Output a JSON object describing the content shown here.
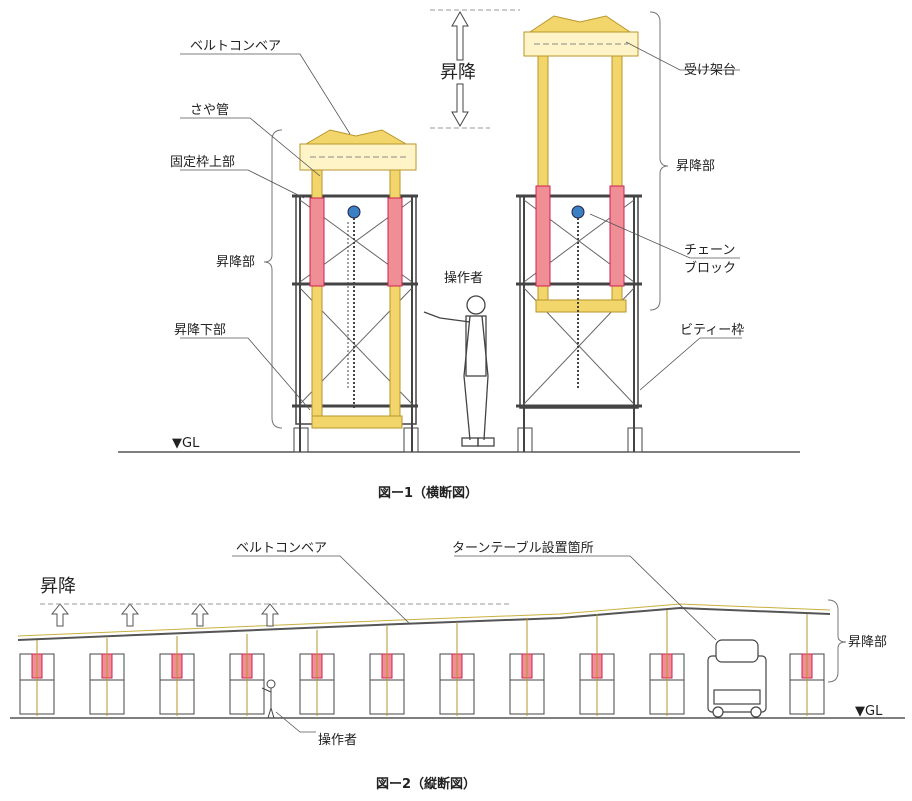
{
  "fig1": {
    "labels": {
      "belt_conveyor": "ベルトコンベア",
      "saya_kan": "さや管",
      "fixed_frame_top": "固定枠上部",
      "lift_part_left": "昇降部",
      "lift_lower": "昇降下部",
      "ground": "▼GL",
      "lift_arrow": "昇降",
      "operator": "操作者",
      "receiving_stand": "受け架台",
      "lift_part_right": "昇降部",
      "chain_block_1": "チェーン",
      "chain_block_2": "ブロック",
      "pity_frame": "ビティー枠"
    },
    "caption": "図ー1（横断図）"
  },
  "fig2": {
    "labels": {
      "belt_conveyor": "ベルトコンベア",
      "turntable": "ターンテーブル設置箇所",
      "lift": "昇降",
      "lift_part": "昇降部",
      "ground": "▼GL",
      "operator": "操作者"
    },
    "caption": "図ー2（縦断図）"
  },
  "colors": {
    "yellow": "#f2d56b",
    "yellow_stroke": "#b8962a",
    "pink": "#ef8f95",
    "line": "#333333",
    "leader": "#555555"
  }
}
